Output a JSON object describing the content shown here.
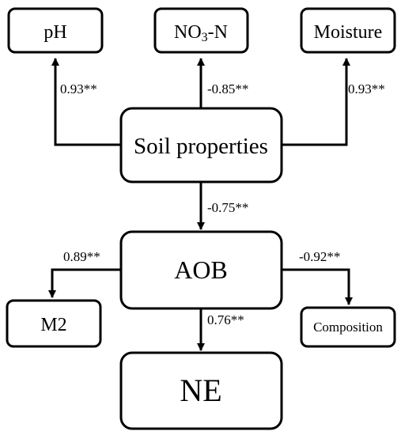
{
  "diagram": {
    "nodes": {
      "ph": {
        "label": "pH"
      },
      "no3n": {
        "label": "NO3-N",
        "label_main": "NO",
        "label_sub": "3",
        "label_tail": "-N"
      },
      "moisture": {
        "label": "Moisture"
      },
      "soil": {
        "label": "Soil properties"
      },
      "aob": {
        "label": "AOB"
      },
      "m2": {
        "label": "M2"
      },
      "composition": {
        "label": "Composition"
      },
      "ne": {
        "label": "NE"
      }
    },
    "edges": {
      "soil_ph": {
        "from": "Soil properties",
        "to": "pH",
        "label": "0.93**"
      },
      "soil_no3n": {
        "from": "Soil properties",
        "to": "NO3-N",
        "label": "-0.85**"
      },
      "soil_moisture": {
        "from": "Soil properties",
        "to": "Moisture",
        "label": "0.93**"
      },
      "soil_aob": {
        "from": "Soil properties",
        "to": "AOB",
        "label": "-0.75**"
      },
      "aob_m2": {
        "from": "AOB",
        "to": "M2",
        "label": "0.89**"
      },
      "aob_composition": {
        "from": "AOB",
        "to": "Composition",
        "label": "-0.92**"
      },
      "aob_ne": {
        "from": "AOB",
        "to": "NE",
        "label": "0.76**"
      }
    }
  }
}
